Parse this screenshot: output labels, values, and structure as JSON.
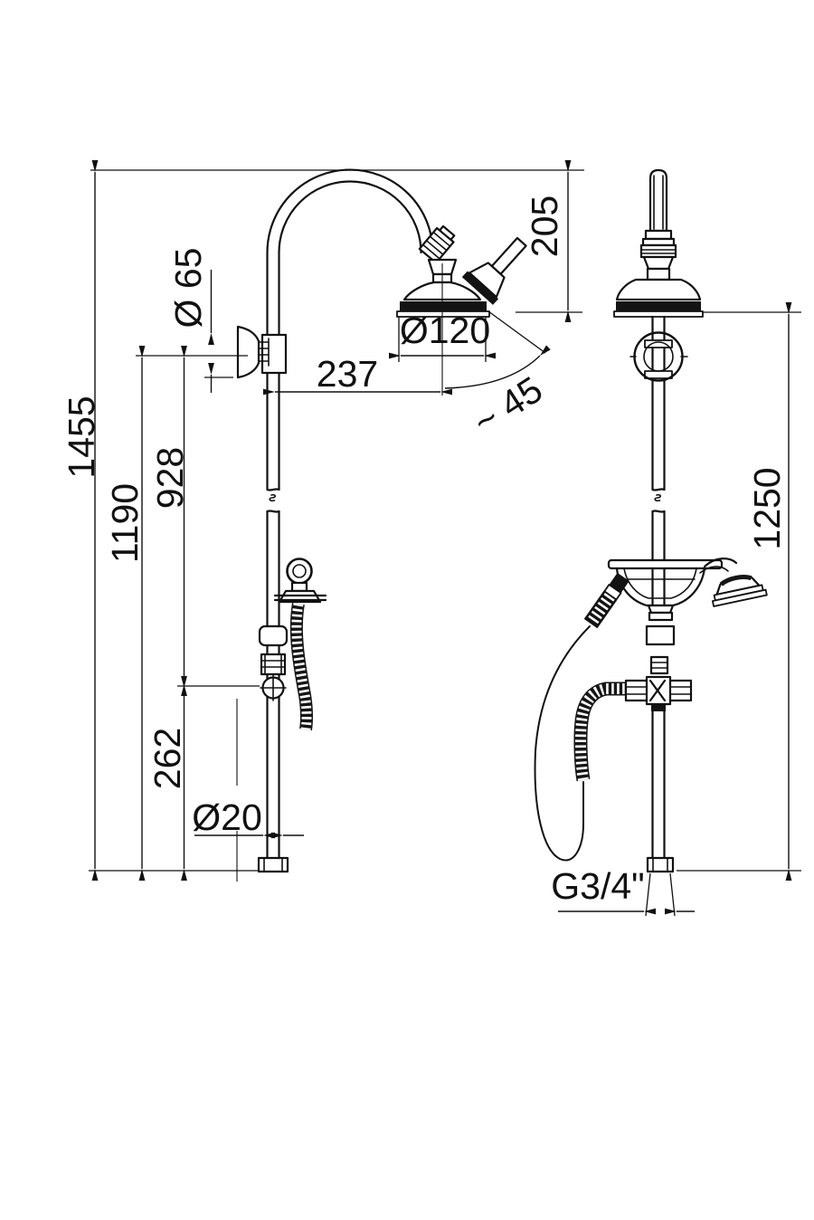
{
  "drawing": {
    "kind": "shower column technical dimension drawing",
    "views": {
      "front": "front view with curved arm shower head",
      "side": "side view with hand shower cradle"
    }
  },
  "dimensions": {
    "total_height": "1455",
    "wall_connection_height": "1190",
    "wall_to_diverter": "928",
    "diverter_to_floor": "262",
    "flange_diameter": "Ø 65",
    "head_horizontal_offset": "237",
    "head_diameter": "Ø120",
    "arc_drop": "205",
    "swivel_angle": "~ 45",
    "side_height": "1250",
    "pipe_diameter": "Ø20",
    "thread_size": "G3/4\""
  },
  "colors": {
    "line": "#111111",
    "background": "#ffffff"
  }
}
